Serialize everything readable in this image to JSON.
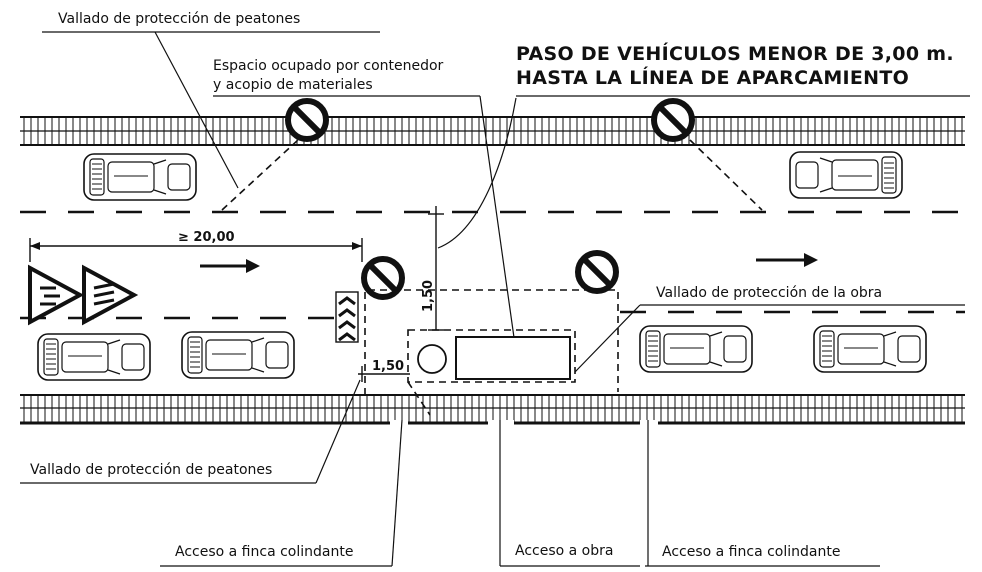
{
  "labels": {
    "fence_top": "Vallado de protección de peatones",
    "container_space_1": "Espacio ocupado por contenedor",
    "container_space_2": "y acopio de materiales",
    "title_1": "PASO DE VEHÍCULOS MENOR DE 3,00 m.",
    "title_2": "HASTA LA LÍNEA DE APARCAMIENTO",
    "dim_20": "≥ 20,00",
    "dim_150_v": "1,50",
    "dim_150_h": "1,50",
    "work_fence": "Vallado de protección de la obra",
    "fence_bottom": "Vallado de protección de peatones",
    "access_left": "Acceso a finca colindante",
    "access_work": "Acceso a obra",
    "access_right": "Acceso a finca colindante"
  },
  "icons": {
    "no_parking": "no-parking-sign-icon",
    "warning": "warning-triangle-sign-icon",
    "chevron": "chevron-beacon-icon",
    "arrow": "traffic-direction-arrow-icon",
    "car": "parked-car-icon"
  }
}
